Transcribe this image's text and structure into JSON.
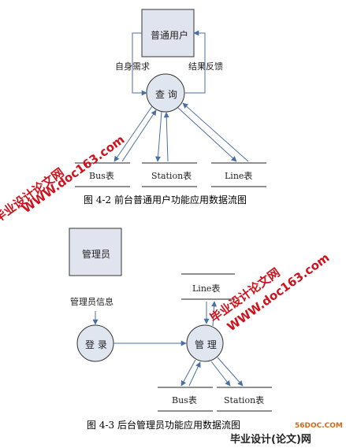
{
  "diagram1": {
    "entity": "普通用户",
    "process": "查 询",
    "flow_left": "自身需求",
    "flow_right": "结果反馈",
    "stores": [
      "Bus表",
      "Station表",
      "Line表"
    ],
    "caption": "图 4-2  前台普通用户功能应用数据流图"
  },
  "diagram2": {
    "entity": "管理员",
    "flow": "管理员信息",
    "process_login": "登 录",
    "process_manage": "管 理",
    "store_line": "Line表",
    "store_bus": "Bus表",
    "store_station": "Station表",
    "caption": "图 4-3  后台管理员功能应用数据流图"
  },
  "watermarks": {
    "wm1_line1": "WWW.doc163.com",
    "wm1_line2": "毕业设计论文网",
    "wm2_line1": "毕业设计论文网",
    "wm2_line2": "WWW.doc163.com",
    "logo_small": "56DOC.COM",
    "logo_big": "毕业设计(论文)网"
  },
  "colors": {
    "box_fill": "#dfe4ee",
    "circle_fill": "#e0e6f0",
    "arrow": "#4a6fa5",
    "watermark": "#d0111b"
  }
}
